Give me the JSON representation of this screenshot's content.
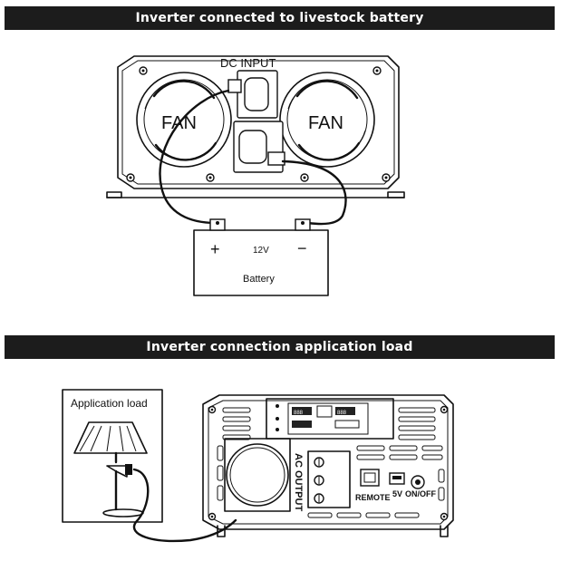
{
  "sections": {
    "top_title": "Inverter connected to livestock battery",
    "bottom_title": "Inverter connection application load"
  },
  "inverter_top": {
    "dc_input_label": "DC INPUT",
    "fan_left_label": "FAN",
    "fan_right_label": "FAN"
  },
  "battery": {
    "plus": "+",
    "minus": "−",
    "voltage": "12V",
    "name": "Battery"
  },
  "application": {
    "load_label": "Application load"
  },
  "inverter_front": {
    "ac_output_label": "AC OUTPUT",
    "remote_label": "REMOTE",
    "usb_label": "5V",
    "power_label": "ON/OFF",
    "lcd_left": "888",
    "lcd_right": "888"
  }
}
